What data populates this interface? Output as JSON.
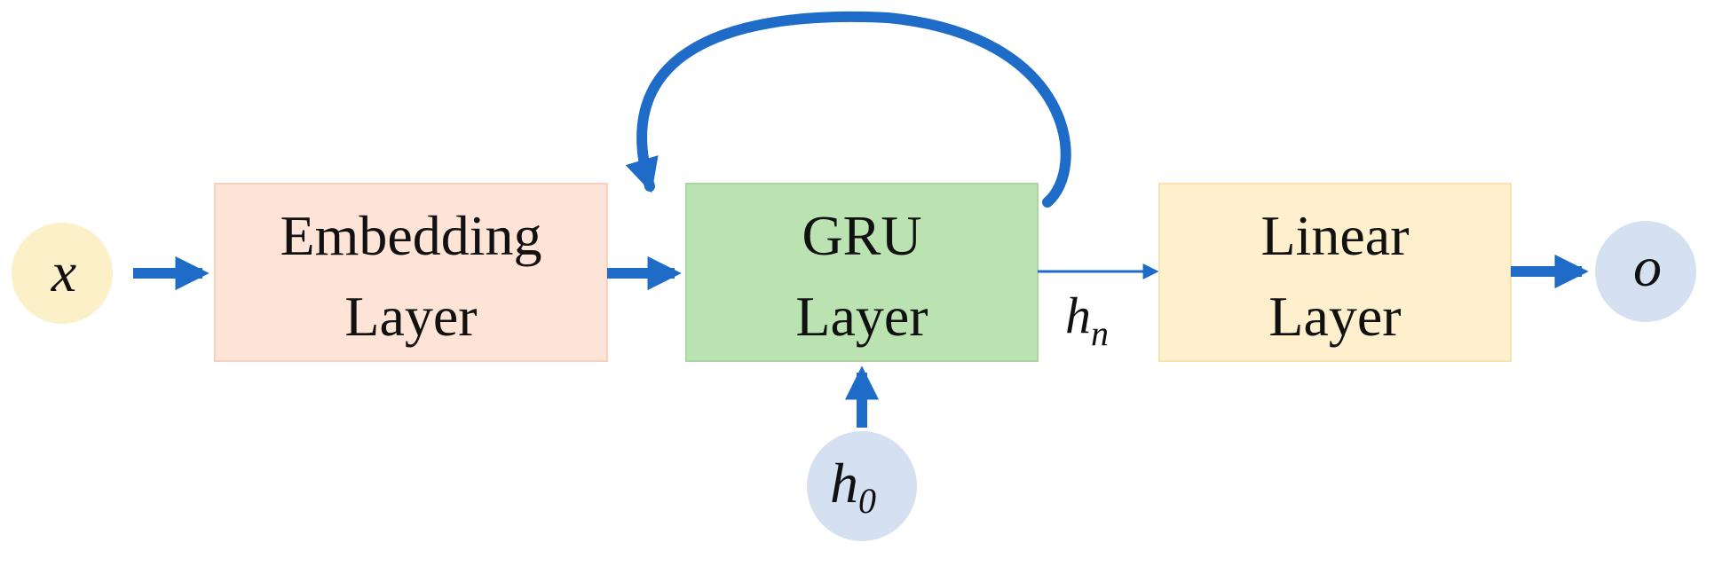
{
  "nodes": {
    "x": {
      "label": "x",
      "color": "#FCF0C8"
    },
    "embedding": {
      "line1": "Embedding",
      "line2": "Layer",
      "color": "#FDE4D6",
      "border": "#F6D2BE"
    },
    "gru": {
      "line1": "GRU",
      "line2": "Layer",
      "color": "#BBE3B1",
      "border": "#A9D79E"
    },
    "linear": {
      "line1": "Linear",
      "line2": "Layer",
      "color": "#FEF0CC",
      "border": "#F6E3B0"
    },
    "o": {
      "label": "o",
      "color": "#D5E0F0"
    },
    "h0": {
      "base": "h",
      "sub": "0",
      "color": "#D5E0F0"
    }
  },
  "edges": {
    "hn": {
      "base": "h",
      "sub": "n"
    }
  },
  "colors": {
    "arrow": "#1F6CC8"
  }
}
